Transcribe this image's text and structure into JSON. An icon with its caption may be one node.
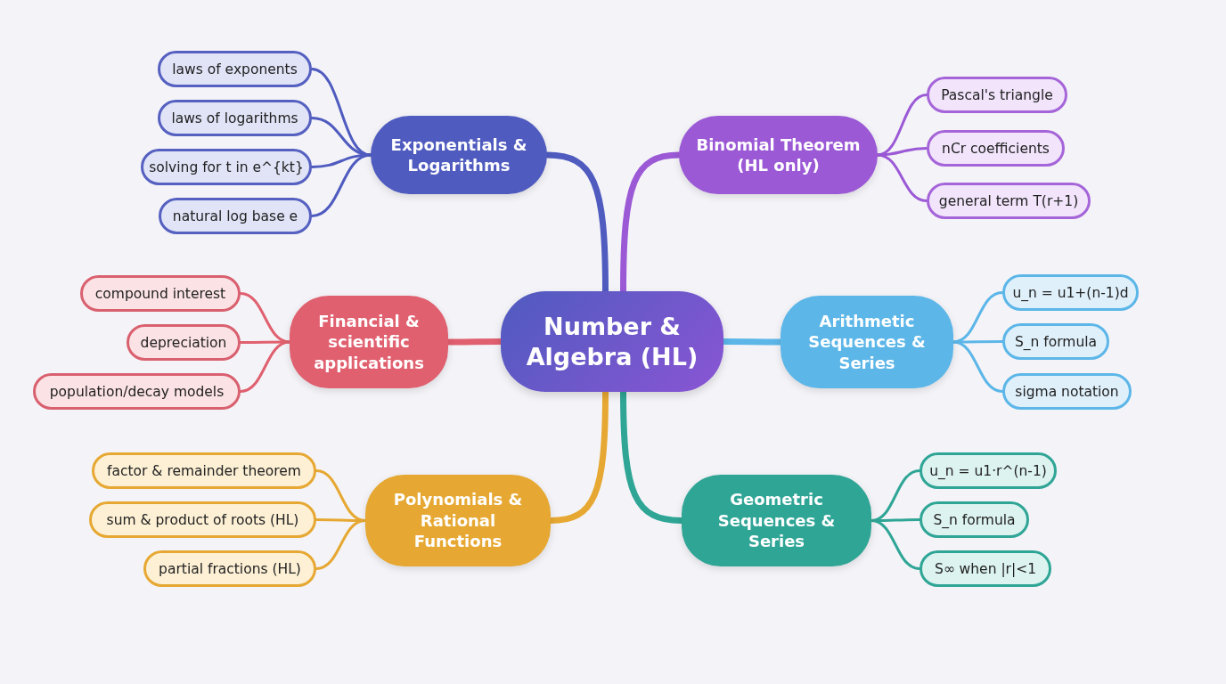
{
  "diagram": {
    "nodes": [
      {
        "text": [
          "Number & Algebra (HL)"
        ]
      },
      {
        "text": [
          "Exponentials & Logarithms"
        ]
      },
      {
        "text": [
          "laws of exponents"
        ]
      },
      {
        "text": [
          "laws of logarithms"
        ]
      },
      {
        "text": [
          "solving for t in e^{kt}"
        ]
      },
      {
        "text": [
          "natural log base e"
        ]
      },
      {
        "text": [
          "Binomial Theorem (HL only)"
        ]
      },
      {
        "text": [
          "Pascal's triangle"
        ]
      },
      {
        "text": [
          "nCr coefficients"
        ]
      },
      {
        "text": [
          "general term T(r+1)"
        ]
      },
      {
        "text": [
          "Financial & scientific applications"
        ]
      },
      {
        "text": [
          "compound interest"
        ]
      },
      {
        "text": [
          "depreciation"
        ]
      },
      {
        "text": [
          "population/decay models"
        ]
      },
      {
        "text": [
          "Arithmetic Sequences & Series"
        ]
      },
      {
        "text": [
          "u_n = u1+(n-1)d"
        ]
      },
      {
        "text": [
          "S_n formula"
        ]
      },
      {
        "text": [
          "sigma notation"
        ]
      },
      {
        "text": [
          "Polynomials & Rational Functions"
        ]
      },
      {
        "text": [
          "factor & remainder theorem"
        ]
      },
      {
        "text": [
          "sum & product of roots (HL)"
        ]
      },
      {
        "text": [
          "partial fractions (HL)"
        ]
      },
      {
        "text": [
          "Geometric Sequences & Series"
        ]
      },
      {
        "text": [
          "u_n = u1·r^(n-1)"
        ]
      },
      {
        "text": [
          "S_n formula"
        ]
      },
      {
        "text": [
          "S∞ when |r|<1"
        ]
      }
    ],
    "edges": [
      {
        "from": 0,
        "to": 1,
        "arrow": "none",
        "style": "thick",
        "color": "#4f5bbf"
      },
      {
        "from": 0,
        "to": 6,
        "arrow": "none",
        "style": "thick",
        "color": "#9b59d6"
      },
      {
        "from": 0,
        "to": 10,
        "arrow": "none",
        "style": "thick",
        "color": "#e0606f"
      },
      {
        "from": 0,
        "to": 14,
        "arrow": "none",
        "style": "thick",
        "color": "#5cb6e8"
      },
      {
        "from": 0,
        "to": 18,
        "arrow": "none",
        "style": "thick",
        "color": "#e6a832"
      },
      {
        "from": 0,
        "to": 22,
        "arrow": "none",
        "style": "thick",
        "color": "#2fa596"
      },
      {
        "from": 1,
        "to": 2,
        "arrow": "none",
        "color": "#4f5bbf"
      },
      {
        "from": 1,
        "to": 3,
        "arrow": "none",
        "color": "#4f5bbf"
      },
      {
        "from": 1,
        "to": 4,
        "arrow": "none",
        "color": "#4f5bbf"
      },
      {
        "from": 1,
        "to": 5,
        "arrow": "none",
        "color": "#4f5bbf"
      },
      {
        "from": 6,
        "to": 7,
        "arrow": "none",
        "color": "#9b59d6"
      },
      {
        "from": 6,
        "to": 8,
        "arrow": "none",
        "color": "#9b59d6"
      },
      {
        "from": 6,
        "to": 9,
        "arrow": "none",
        "color": "#9b59d6"
      },
      {
        "from": 10,
        "to": 11,
        "arrow": "none",
        "color": "#e0606f"
      },
      {
        "from": 10,
        "to": 12,
        "arrow": "none",
        "color": "#e0606f"
      },
      {
        "from": 10,
        "to": 13,
        "arrow": "none",
        "color": "#e0606f"
      },
      {
        "from": 14,
        "to": 15,
        "arrow": "none",
        "color": "#5cb6e8"
      },
      {
        "from": 14,
        "to": 16,
        "arrow": "none",
        "color": "#5cb6e8"
      },
      {
        "from": 14,
        "to": 17,
        "arrow": "none",
        "color": "#5cb6e8"
      },
      {
        "from": 18,
        "to": 19,
        "arrow": "none",
        "color": "#e6a832"
      },
      {
        "from": 18,
        "to": 20,
        "arrow": "none",
        "color": "#e6a832"
      },
      {
        "from": 18,
        "to": 21,
        "arrow": "none",
        "color": "#e6a832"
      },
      {
        "from": 22,
        "to": 23,
        "arrow": "none",
        "color": "#2fa596"
      },
      {
        "from": 22,
        "to": 24,
        "arrow": "none",
        "color": "#2fa596"
      },
      {
        "from": 22,
        "to": 25,
        "arrow": "none",
        "color": "#2fa596"
      }
    ]
  }
}
